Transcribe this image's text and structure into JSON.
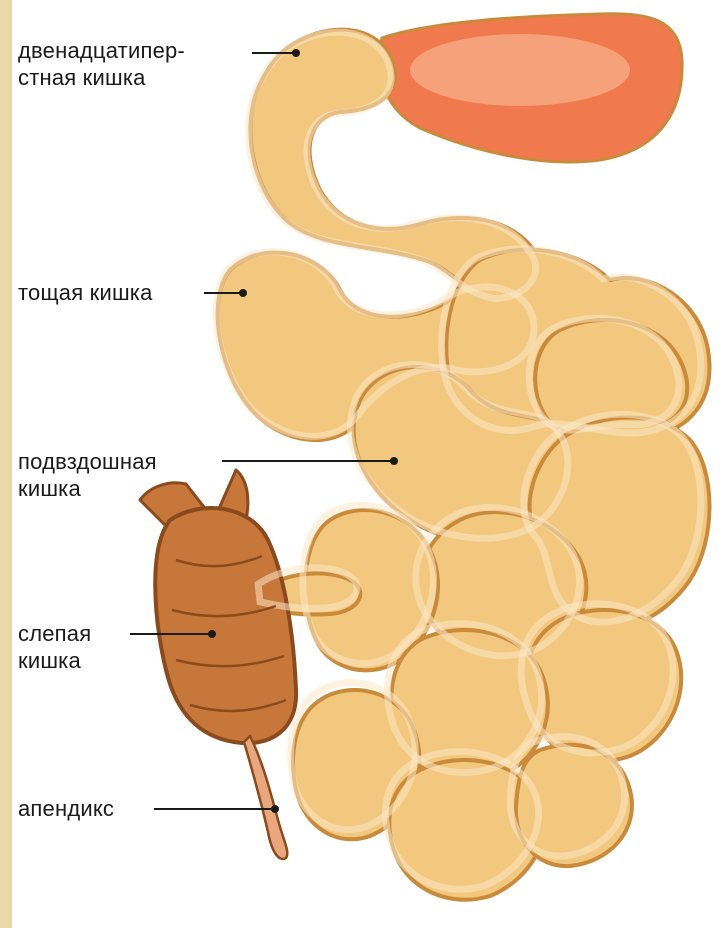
{
  "colors": {
    "frame_strip": "#e9d9a8",
    "bowel_fill": "#f2c77e",
    "bowel_light": "#fbe8c6",
    "bowel_outline": "#c98a3a",
    "bowel_dark": "#a8611f",
    "stomach_fill": "#f07a4e",
    "stomach_light": "#fbd0b0",
    "cecum_fill": "#c8773a",
    "cecum_dark": "#8a4a1c",
    "appendix_fill": "#e9a77e",
    "leader_line": "#1a1a1a",
    "label_text": "#1a1a1a"
  },
  "labels": [
    {
      "id": "duodenum",
      "lines": [
        "двенадцатипер-",
        "стная кишка"
      ]
    },
    {
      "id": "jejunum",
      "lines": [
        "тощая кишка"
      ]
    },
    {
      "id": "ileum",
      "lines": [
        "подвздошная",
        "кишка"
      ]
    },
    {
      "id": "cecum",
      "lines": [
        "слепая",
        "кишка"
      ]
    },
    {
      "id": "appendix",
      "lines": [
        "апендикс"
      ]
    }
  ]
}
